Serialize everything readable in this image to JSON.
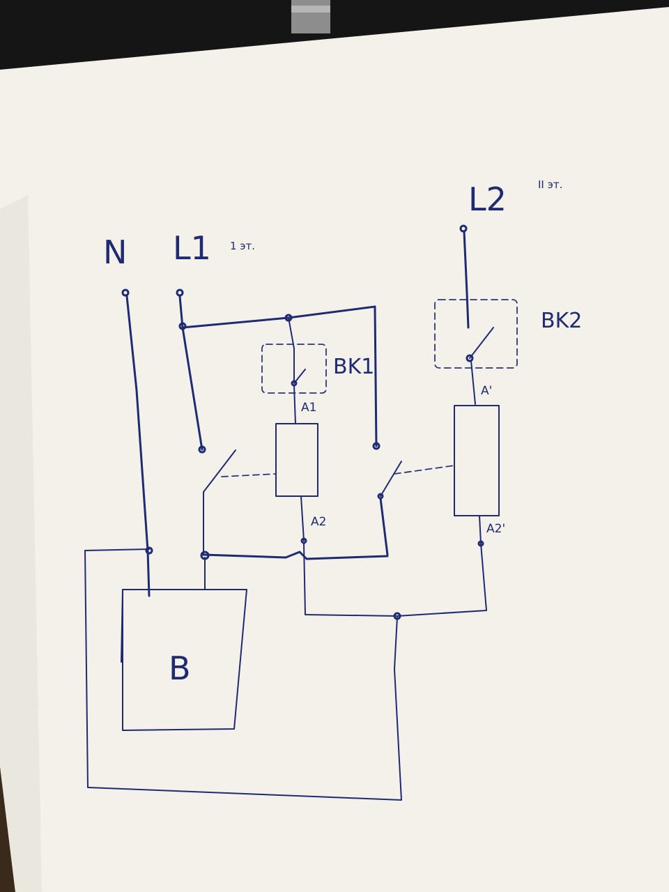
{
  "diagram": {
    "terminals": {
      "neutral": "N",
      "line1": "L1",
      "line1_note": "1 эт.",
      "line2": "L2",
      "line2_note": "II эт."
    },
    "switches": {
      "switch1": "BK1",
      "switch2": "BK2"
    },
    "coil_pins": {
      "coil1_top": "A1",
      "coil1_bottom": "A2",
      "coil2_top": "A'",
      "coil2_bottom": "A2'"
    },
    "load": {
      "label": "B"
    },
    "colors": {
      "ink": "#1e2a72",
      "paper": "#f4f2ec",
      "background": "#3a2a1c"
    }
  }
}
